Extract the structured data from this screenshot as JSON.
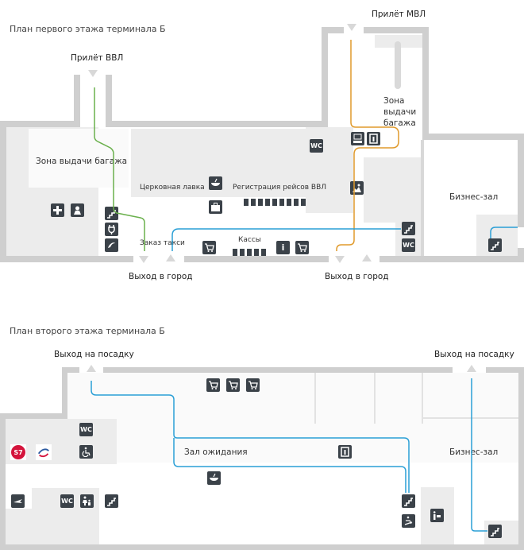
{
  "floor1": {
    "title": "План первого этажа терминала Б",
    "labels": {
      "arrival_domestic": "Прилёт ВВЛ",
      "arrival_international": "Прилёт МВЛ",
      "baggage_claim_left": "Зона выдачи багажа",
      "baggage_claim_right_1": "Зона",
      "baggage_claim_right_2": "выдачи",
      "baggage_claim_right_3": "багажа",
      "church_shop": "Церковная лавка",
      "checkin_domestic": "Регистрация рейсов ВВЛ",
      "taxi_order": "Заказ такси",
      "ticket_office": "Кассы",
      "business_lounge": "Бизнес-зал",
      "exit_city_left": "Выход в город",
      "exit_city_right": "Выход в город"
    },
    "icons": {
      "wc": "WC",
      "info": "i"
    },
    "checkin_desk_count": 9,
    "ticket_desk_count": 5
  },
  "floor2": {
    "title": "План второго этажа терминала Б",
    "labels": {
      "boarding_left": "Выход на посадку",
      "boarding_right": "Выход на посадку",
      "waiting_hall": "Зал ожидания",
      "business_lounge": "Бизнес-зал"
    },
    "icons": {
      "wc": "WC",
      "s7": "S7"
    }
  },
  "route_colors": {
    "domestic": "#6ab04c",
    "international": "#e09a2c",
    "departure": "#2a9fd6"
  }
}
